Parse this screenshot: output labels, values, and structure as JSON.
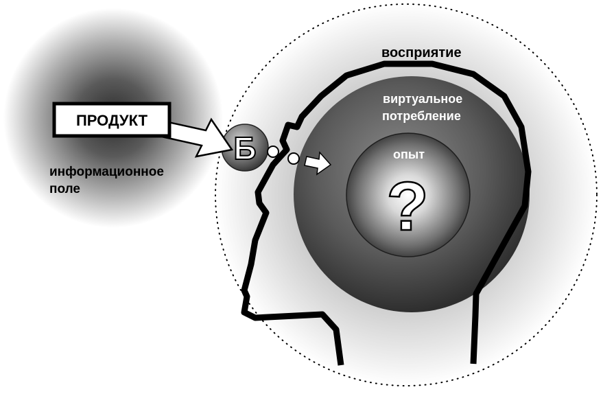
{
  "labels": {
    "product": "ПРОДУКТ",
    "info_field_line1": "информационное",
    "info_field_line2": "поле",
    "perception": "восприятие",
    "virtual_line1": "виртуальное",
    "virtual_line2": "потребление",
    "experience": "опыт",
    "question": "?",
    "b_letter": "Б"
  },
  "colors": {
    "ink": "#000000",
    "paper": "#ffffff",
    "mid_gray": "#8a8a8a",
    "dark_gray": "#3a3a3a"
  },
  "icons": {
    "head_outline": "head-profile-outline-icon",
    "pointer": "block-arrow-icon"
  }
}
